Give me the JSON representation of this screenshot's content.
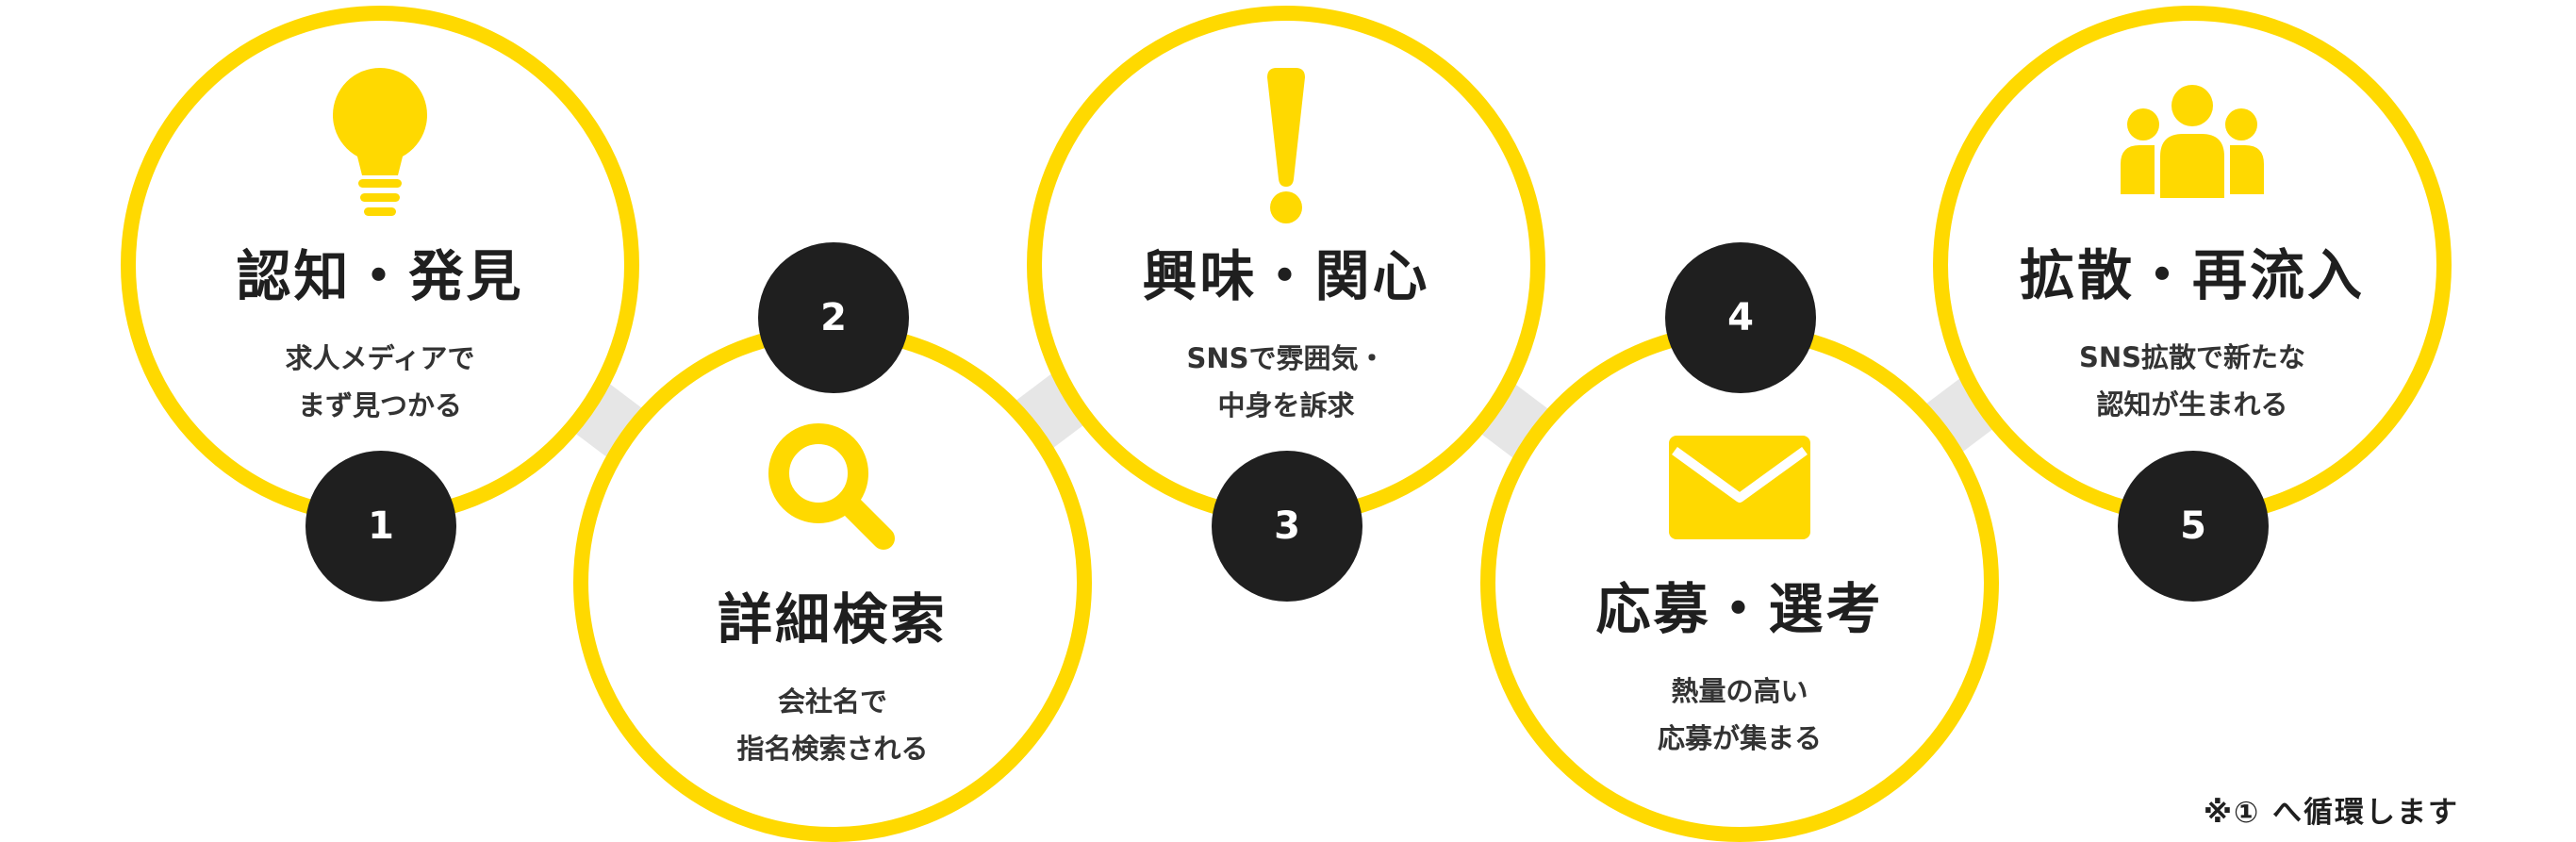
{
  "accent_color": "#ffd900",
  "badge_color": "#1f1f1f",
  "connector_color": "#e6e6e6",
  "steps": [
    {
      "number": "1",
      "title": "認知・発見",
      "desc": [
        "求人メディアで",
        "まず見つかる"
      ],
      "icon": "lightbulb-icon"
    },
    {
      "number": "2",
      "title": "詳細検索",
      "desc": [
        "会社名で",
        "指名検索される"
      ],
      "icon": "search-icon"
    },
    {
      "number": "3",
      "title": "興味・関心",
      "desc": [
        "SNSで雰囲気・",
        "中身を訴求"
      ],
      "icon": "exclamation-icon"
    },
    {
      "number": "4",
      "title": "応募・選考",
      "desc": [
        "熱量の高い",
        "応募が集まる"
      ],
      "icon": "mail-icon"
    },
    {
      "number": "5",
      "title": "拡散・再流入",
      "desc": [
        "SNS拡散で新たな",
        "認知が生まれる"
      ],
      "icon": "people-icon"
    }
  ],
  "footnote": "※① へ循環します"
}
